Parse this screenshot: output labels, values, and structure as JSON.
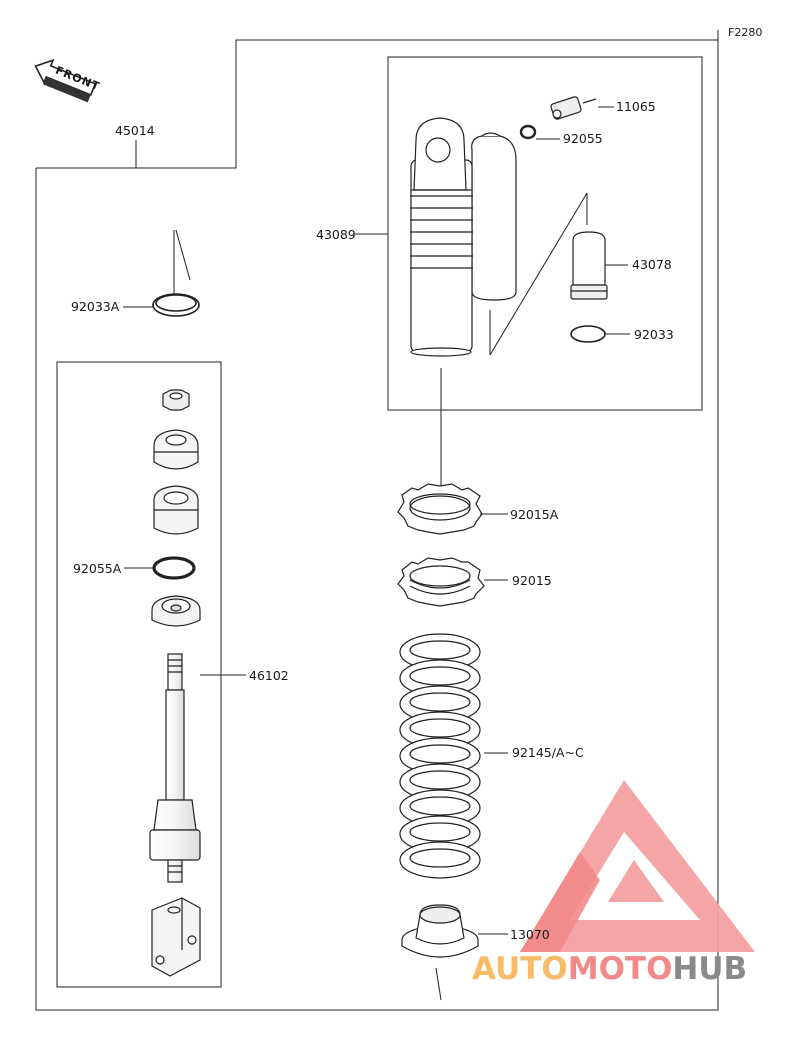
{
  "diagram_code": "F2280",
  "front_label": "FRONT",
  "parts": {
    "assembly": "45014",
    "circlip_a": "92033A",
    "shock_body": "43089",
    "valve": "11065",
    "oring_top": "92055",
    "reservoir_cap": "43078",
    "circlip": "92033",
    "locknut_a": "92015A",
    "locknut": "92015",
    "damper_rod_assy": "46102",
    "oring_a": "92055A",
    "spring": "92145/A~C",
    "spring_seat": "13070"
  },
  "watermark": {
    "part1": "AUTO",
    "part2": "MOTO",
    "part3": "HUB",
    "color_light": "#f7bb6a",
    "color_main": "#f28a8a",
    "color_dark": "#8a8a8a"
  }
}
